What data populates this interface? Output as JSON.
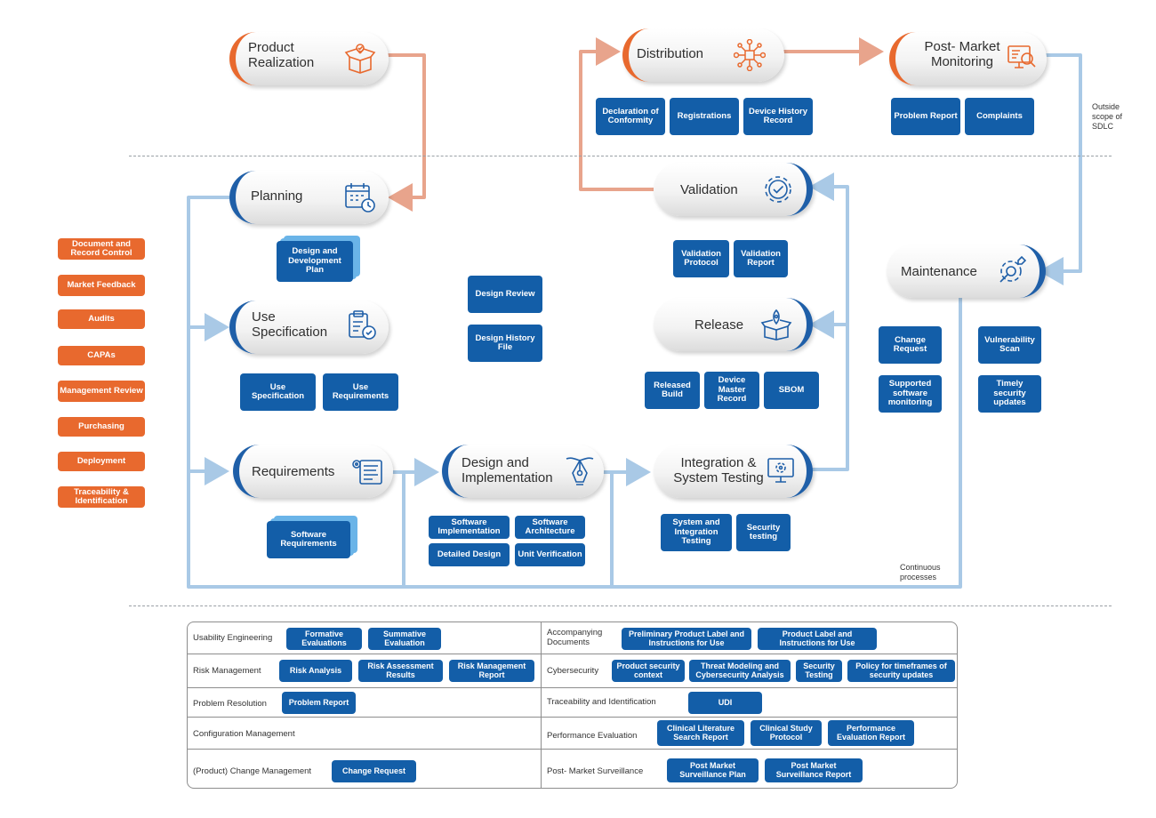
{
  "phases": {
    "product_realization": "Product Realization",
    "distribution": "Distribution",
    "post_market_monitoring": "Post- Market Monitoring",
    "planning": "Planning",
    "validation": "Validation",
    "maintenance": "Maintenance",
    "use_specification": "Use Specification",
    "release": "Release",
    "requirements": "Requirements",
    "design_implementation": "Design and Implementation",
    "integration_testing": "Integration & System Testing"
  },
  "deliverables": {
    "declaration": "Declaration of Conformity",
    "registrations": "Registrations",
    "device_history": "Device History Record",
    "problem_report": "Problem Report",
    "complaints": "Complaints",
    "design_dev_plan": "Design and Development Plan",
    "design_review": "Design Review",
    "design_history": "Design History File",
    "validation_protocol": "Validation Protocol",
    "validation_report": "Validation Report",
    "change_request": "Change Request",
    "supported_software": "Supported software monitoring",
    "vulnerability_scan": "Vulnerability Scan",
    "timely_updates": "Timely security updates",
    "use_spec": "Use Specification",
    "use_req": "Use Requirements",
    "released_build": "Released Build",
    "device_master": "Device Master Record",
    "sbom": "SBOM",
    "software_requirements": "Software Requirements",
    "software_implementation": "Software Implementation",
    "software_architecture": "Software Architecture",
    "detailed_design": "Detailed Design",
    "unit_verification": "Unit Verification",
    "system_integration_testing": "System and Integration Testing",
    "security_testing": "Security testing"
  },
  "side_processes": [
    "Document and Record Control",
    "Market Feedback",
    "Audits",
    "CAPAs",
    "Management Review",
    "Purchasing",
    "Deployment",
    "Traceability & Identification"
  ],
  "notes": {
    "outside_scope": "Outside scope of SDLC",
    "continuous": "Continuous processes"
  },
  "table": {
    "left": [
      {
        "label": "Usability Engineering",
        "items": [
          "Formative Evaluations",
          "Summative Evaluation"
        ]
      },
      {
        "label": "Risk Management",
        "items": [
          "Risk Analysis",
          "Risk Assessment Results",
          "Risk Management Report"
        ]
      },
      {
        "label": "Problem Resolution",
        "items": [
          "Problem Report"
        ]
      },
      {
        "label": "Configuration Management",
        "items": []
      },
      {
        "label": "(Product) Change Management",
        "items": [
          "Change Request"
        ]
      }
    ],
    "right": [
      {
        "label": "Accompanying Documents",
        "items": [
          "Preliminary Product Label and Instructions for Use",
          "Product Label and Instructions for Use"
        ]
      },
      {
        "label": "Cybersecurity",
        "items": [
          "Product security context",
          "Threat Modeling and Cybersecurity Analysis",
          "Security Testing",
          "Policy for timeframes of security updates"
        ]
      },
      {
        "label": "Traceability and Identification",
        "items": [
          "UDI"
        ]
      },
      {
        "label": "Performance Evaluation",
        "items": [
          "Clinical Literature Search Report",
          "Clinical Study Protocol",
          "Performance Evaluation Report"
        ]
      },
      {
        "label": "Post- Market Surveillance",
        "items": [
          "Post Market Surveillance Plan",
          "Post Market Surveillance Report"
        ]
      }
    ]
  },
  "colors": {
    "orange": "#e8692e",
    "blue": "#135ea8",
    "light_blue": "#a9c9e6",
    "salmon": "#e8a48c",
    "light_stack": "#6ab4e8"
  }
}
